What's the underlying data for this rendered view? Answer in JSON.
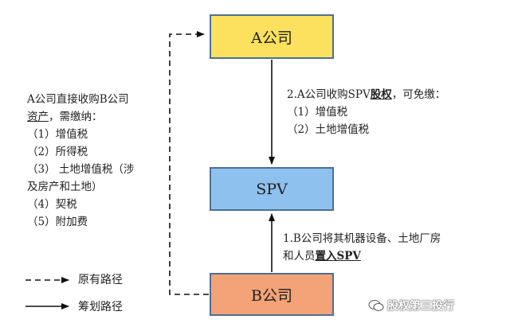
{
  "boxes": {
    "a": {
      "label": "A公司",
      "color": "#fbe15e"
    },
    "spv": {
      "label": "SPV",
      "color": "#8fc1ee"
    },
    "b": {
      "label": "B公司",
      "color": "#f4a277"
    }
  },
  "left_text": {
    "line1": "A公司直接收购B公司",
    "line2_u": "资产",
    "line2_rest": "，需缴纳：",
    "items": [
      "（1）增值税",
      "（2）所得税",
      "（3） 土地增值税（涉",
      "及房产和土地）",
      "（4）契税",
      "（5）附加费"
    ]
  },
  "right_text_2": {
    "prefix": "2.A公司收购SPV",
    "underlined": "股权",
    "suffix": "，可免缴：",
    "items": [
      "（1）增值税",
      "（2）土地增值税"
    ]
  },
  "right_text_1": {
    "line1": "1.B公司将其机器设备、土地厂房",
    "line2_prefix": "和人员",
    "line2_bold": "置入SPV"
  },
  "legend": {
    "original": "原有路径",
    "planned": "筹划路径"
  },
  "watermark": "股权第三投行"
}
